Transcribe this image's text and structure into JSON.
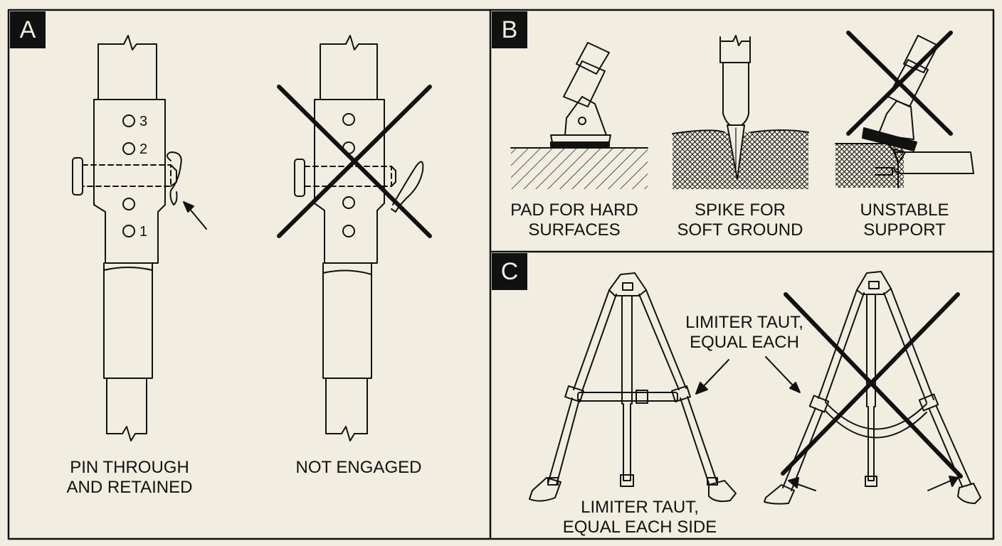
{
  "panels": {
    "a": {
      "label": "A",
      "holes": [
        "3",
        "2",
        "1"
      ],
      "correct_caption": [
        "PIN THROUGH",
        "AND RETAINED"
      ],
      "incorrect_caption": [
        "NOT ENGAGED"
      ]
    },
    "b": {
      "label": "B",
      "captions": [
        [
          "PAD FOR HARD",
          "SURFACES"
        ],
        [
          "SPIKE FOR",
          "SOFT GROUND"
        ],
        [
          "UNSTABLE",
          "SUPPORT"
        ]
      ]
    },
    "c": {
      "label": "C",
      "upper_caption": [
        "LIMITER TAUT,",
        "EQUAL EACH"
      ],
      "lower_caption": [
        "LIMITER TAUT,",
        "EQUAL EACH SIDE"
      ]
    }
  },
  "colors": {
    "ink": "#111111",
    "paper": "#f1ede1"
  }
}
